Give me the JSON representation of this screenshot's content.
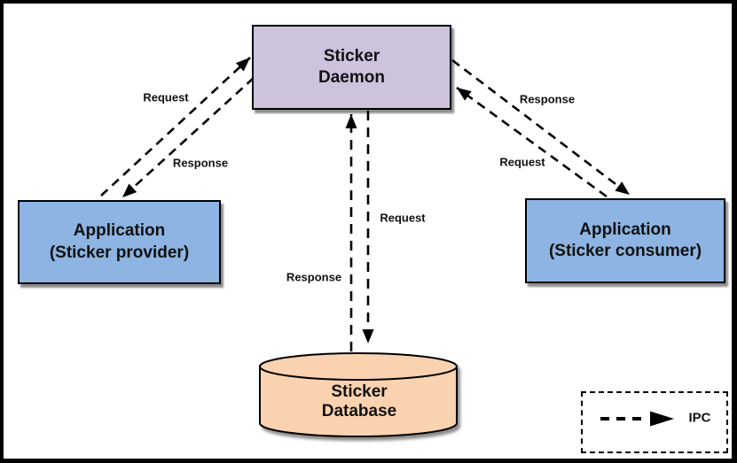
{
  "canvas": {
    "background": "#FFFFFF",
    "frame_color": "#000000",
    "arrow_color": "#000000"
  },
  "nodes": {
    "sticker_daemon": {
      "label": "Sticker\nDaemon",
      "fill": "#CDC3DD"
    },
    "app_provider": {
      "label": "Application\n(Sticker provider)",
      "fill": "#8DB4E2"
    },
    "app_consumer": {
      "label": "Application\n(Sticker consumer)",
      "fill": "#8DB4E2"
    },
    "sticker_database": {
      "label": "Sticker\nDatabase",
      "fill": "#FBD2AF"
    }
  },
  "edges": [
    {
      "id": "provider-to-daemon",
      "from": "app_provider",
      "to": "sticker_daemon",
      "label": "Request"
    },
    {
      "id": "daemon-to-provider",
      "from": "sticker_daemon",
      "to": "app_provider",
      "label": "Response"
    },
    {
      "id": "daemon-to-consumer",
      "from": "sticker_daemon",
      "to": "app_consumer",
      "label": "Response"
    },
    {
      "id": "consumer-to-daemon",
      "from": "app_consumer",
      "to": "sticker_daemon",
      "label": "Request"
    },
    {
      "id": "daemon-to-database",
      "from": "sticker_daemon",
      "to": "sticker_database",
      "label": "Request"
    },
    {
      "id": "database-to-daemon",
      "from": "sticker_database",
      "to": "sticker_daemon",
      "label": "Response"
    }
  ],
  "legend": {
    "label": "IPC"
  }
}
